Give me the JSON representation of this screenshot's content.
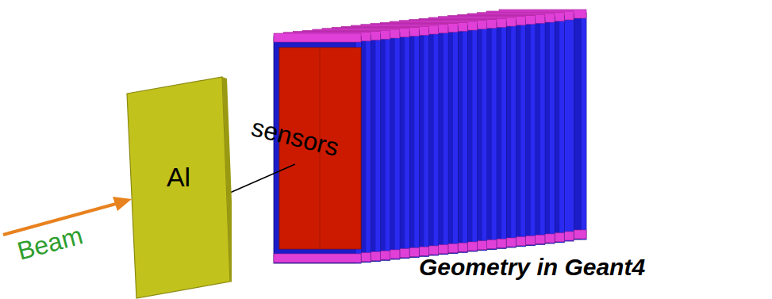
{
  "diagram": {
    "caption": "Geometry in Geant4",
    "nodes": [
      {
        "text": [
          "Al"
        ]
      }
    ],
    "labels": [
      "sensors",
      "Beam"
    ]
  }
}
